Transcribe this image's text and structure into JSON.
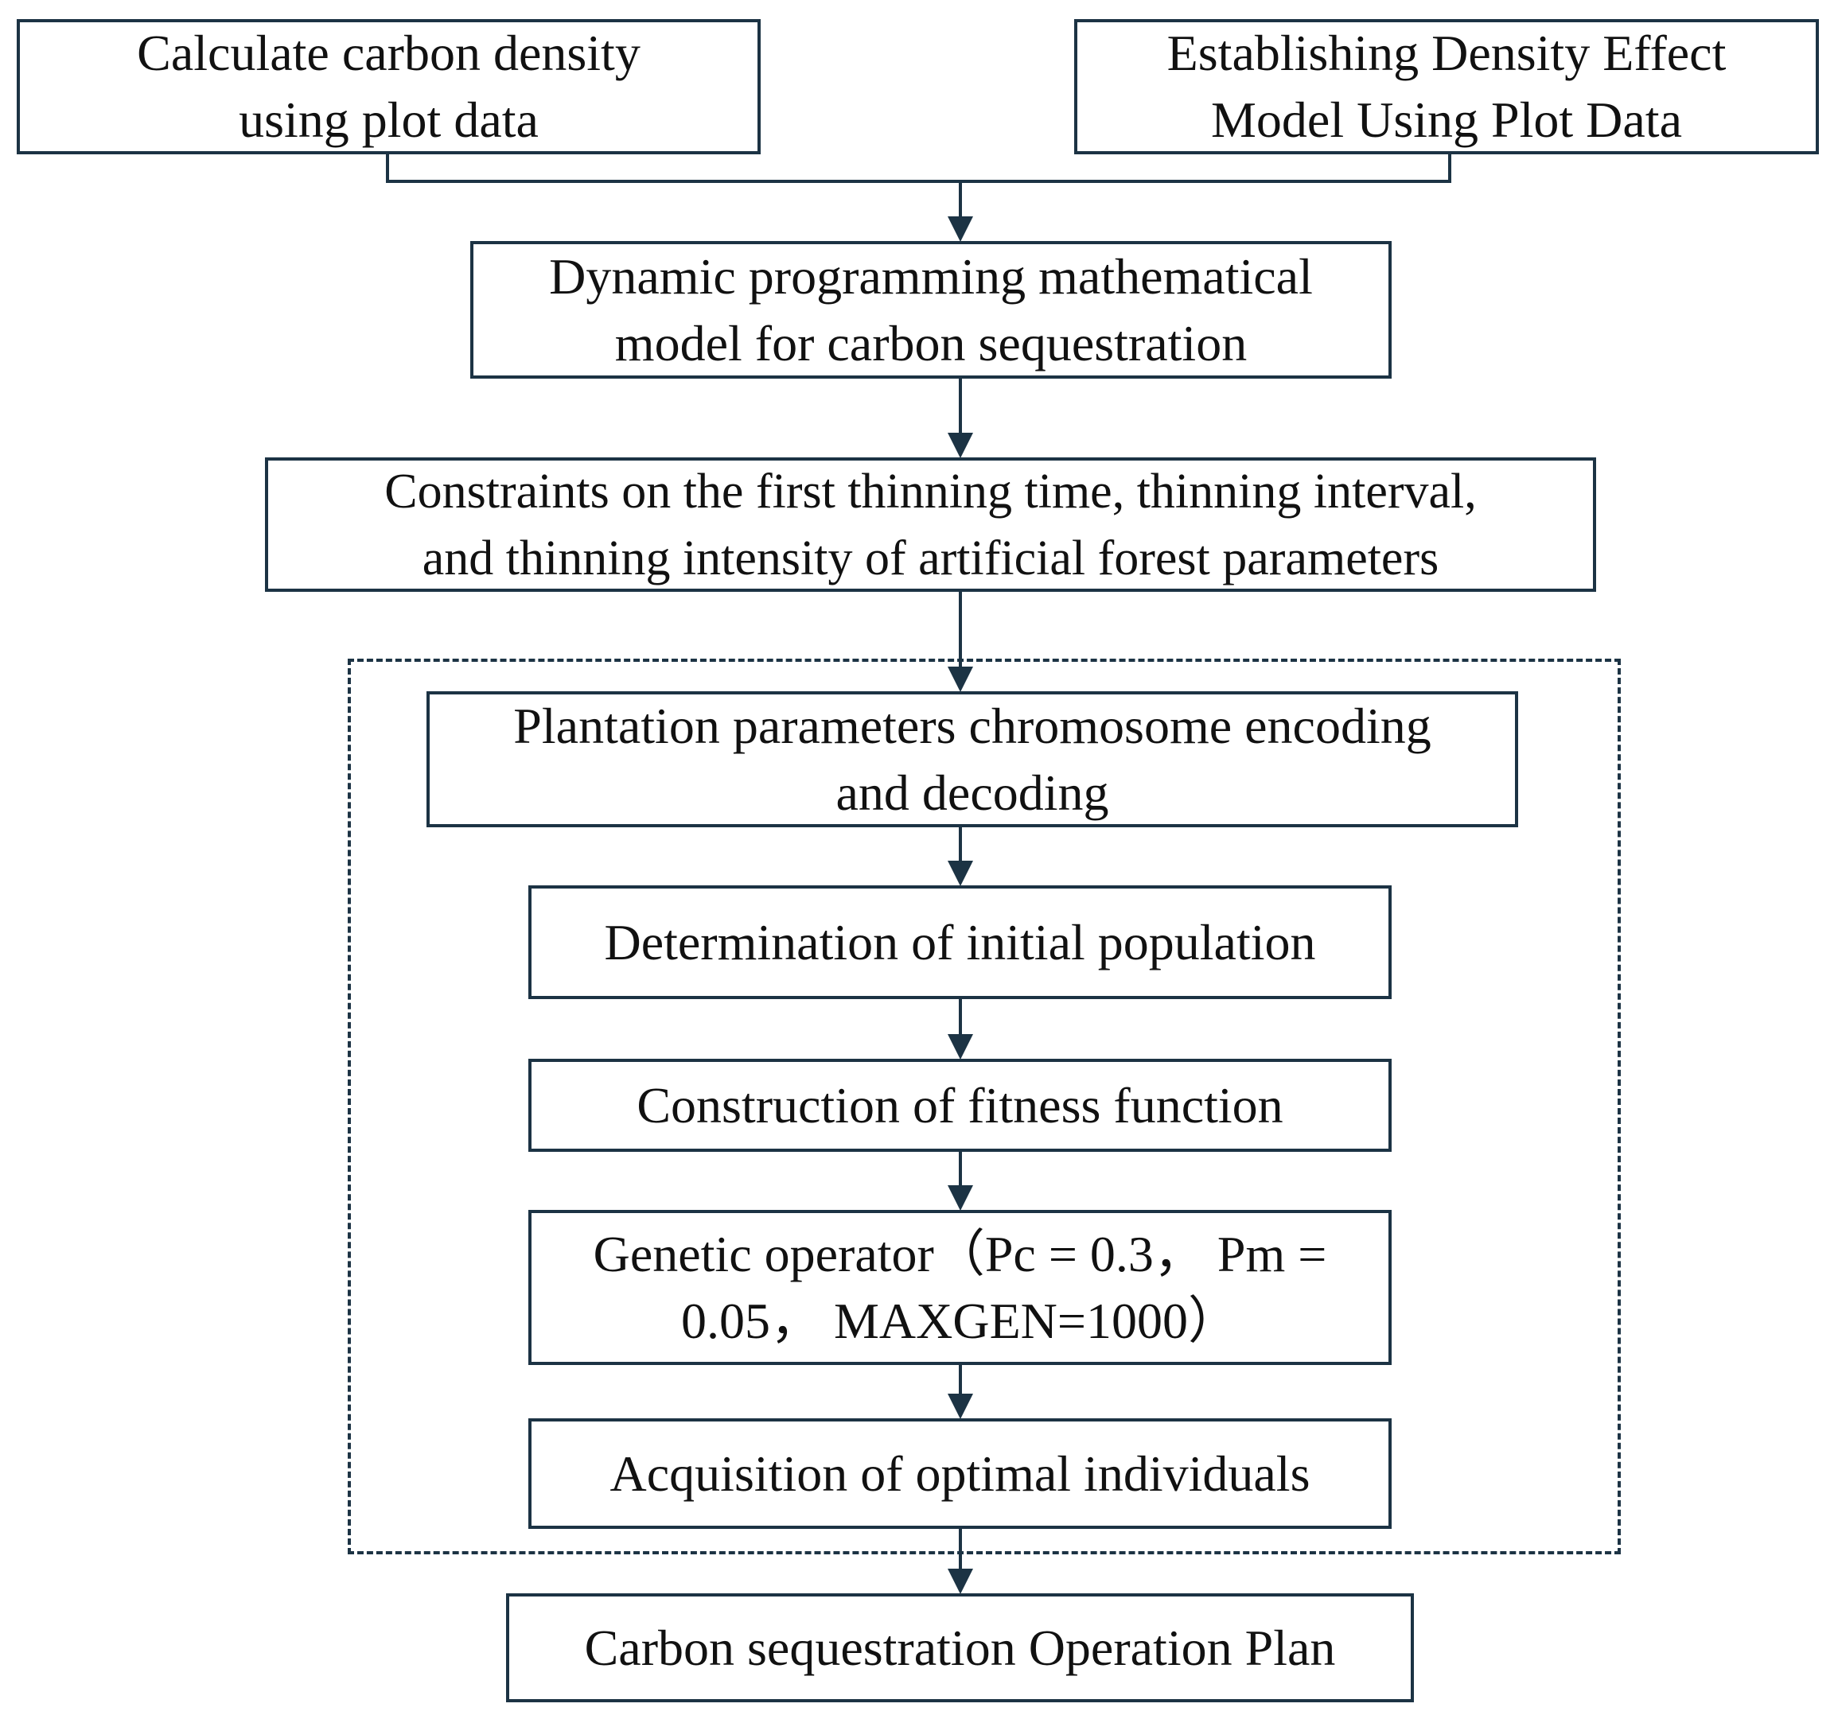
{
  "diagram": {
    "line_color": "#1c3344",
    "nodes": {
      "calc_carbon_density": {
        "line1": "Calculate carbon density",
        "line2": "using plot data"
      },
      "density_effect_model": {
        "line1": "Establishing  Density Effect",
        "line2": "Model Using Plot Data"
      },
      "dynamic_programming": {
        "line1": "Dynamic programming mathematical",
        "line2": "model for carbon sequestration"
      },
      "constraints": {
        "line1": "Constraints on the first thinning time, thinning interval,",
        "line2": "and thinning intensity of artificial forest parameters"
      },
      "chromosome_encoding": {
        "line1": "Plantation parameters chromosome  encoding",
        "line2": "and decoding"
      },
      "initial_population": {
        "line1": "Determination of initial population"
      },
      "fitness_function": {
        "line1": "Construction of fitness function"
      },
      "genetic_operator": {
        "line1": "Genetic operator（Pc = 0.3， Pm =",
        "line2": "0.05， MAXGEN=1000）"
      },
      "optimal_individuals": {
        "line1": "Acquisition of optimal individuals"
      },
      "operation_plan": {
        "line1": "Carbon sequestration Operation Plan"
      }
    }
  }
}
